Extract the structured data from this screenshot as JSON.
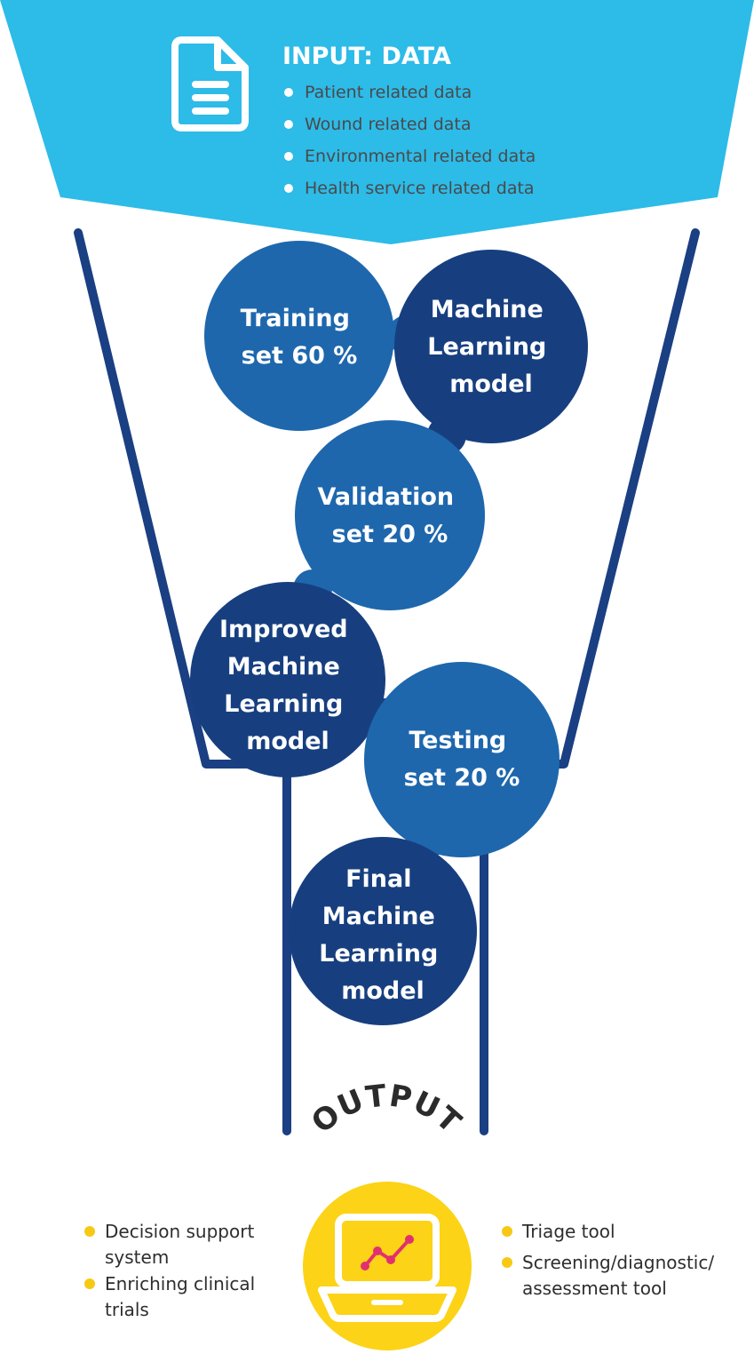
{
  "input": {
    "title": "INPUT: DATA",
    "items": [
      "Patient related data",
      "Wound related data",
      "Environmental related data",
      "Health service related data"
    ]
  },
  "steps": [
    {
      "lines": [
        "Training",
        "set 60 %"
      ]
    },
    {
      "lines": [
        "Machine",
        "Learning",
        "model"
      ]
    },
    {
      "lines": [
        "Validation",
        "set 20 %"
      ]
    },
    {
      "lines": [
        "Improved",
        "Machine",
        "Learning",
        "model"
      ]
    },
    {
      "lines": [
        "Testing",
        "set 20 %"
      ]
    },
    {
      "lines": [
        "Final",
        "Machine",
        "Learning",
        "model"
      ]
    }
  ],
  "output": {
    "title": "OUTPUT",
    "left_items": [
      {
        "lines": [
          "Decision support",
          "system"
        ]
      },
      {
        "lines": [
          "Enriching clinical",
          "trials"
        ]
      }
    ],
    "right_items": [
      {
        "lines": [
          "Triage tool"
        ]
      },
      {
        "lines": [
          "Screening/diagnostic/",
          "assessment tool"
        ]
      }
    ]
  },
  "colors": {
    "input_banner": "#2dbbe8",
    "funnel_stroke": "#1a3f82",
    "bubble_mid": "#1e67ad",
    "bubble_dark": "#173f80",
    "output_yellow": "#fcd316",
    "bullet_yellow": "#f7c914",
    "chart_line": "#e2306f"
  },
  "icons": {
    "input": "document-icon",
    "output": "laptop-chart-icon"
  }
}
